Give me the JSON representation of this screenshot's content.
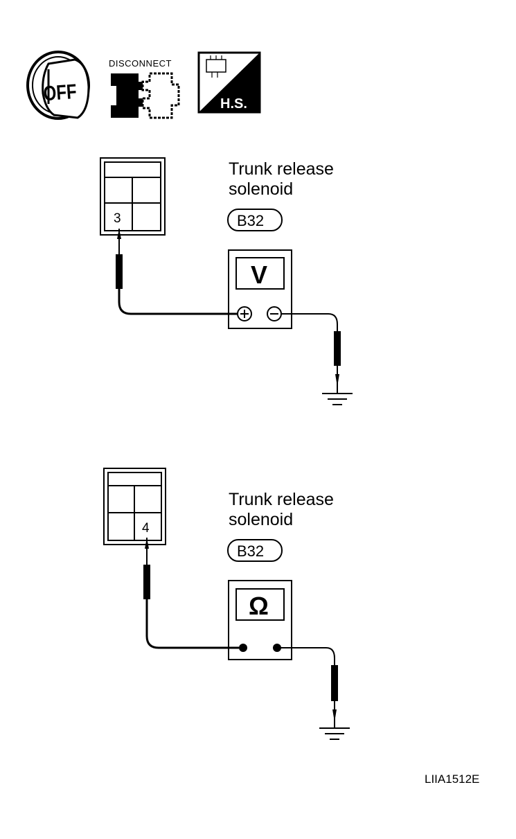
{
  "icons": {
    "ignition": {
      "name": "ignition-off-icon",
      "label": "OFF"
    },
    "disconnect": {
      "name": "connector-disconnect-icon",
      "label": "DISCONNECT"
    },
    "harness_side": {
      "name": "harness-side-icon",
      "label": "H.S."
    }
  },
  "checks": [
    {
      "component": "Trunk release",
      "component_line2": "solenoid",
      "connector": "B32",
      "pin": "3",
      "meter_symbol": "V",
      "meter_type": "voltmeter",
      "positive_terminal": "+",
      "negative_terminal": "−"
    },
    {
      "component": "Trunk release",
      "component_line2": "solenoid",
      "connector": "B32",
      "pin": "4",
      "meter_symbol": "Ω",
      "meter_type": "ohmmeter"
    }
  ],
  "reference_code": "LIIA1512E"
}
